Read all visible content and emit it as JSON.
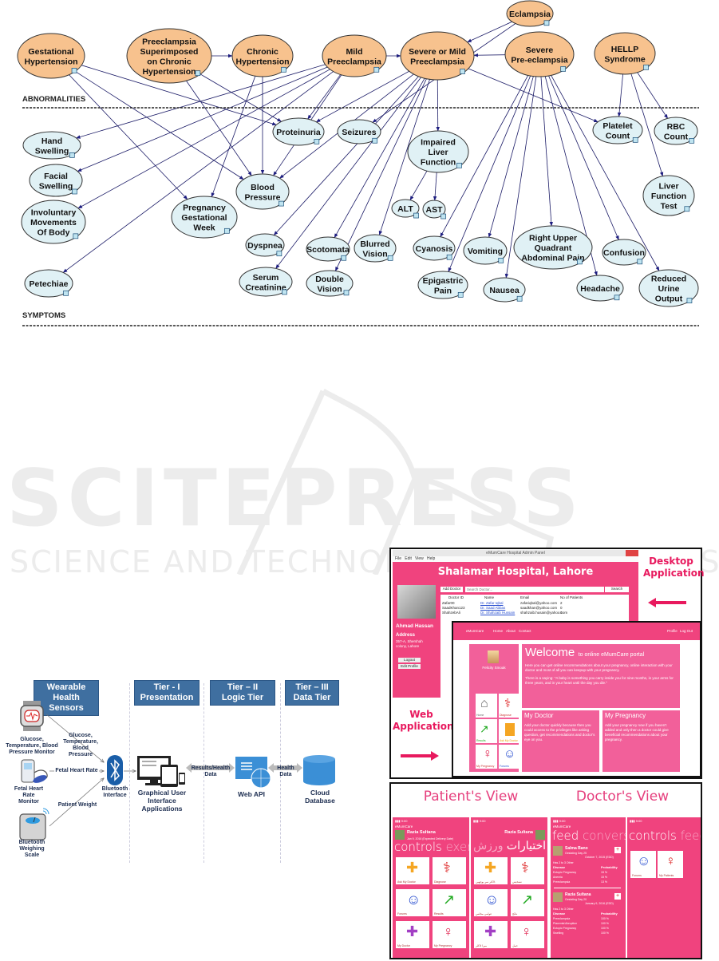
{
  "bayesian_network": {
    "section_labels": {
      "abnormalities": "ABNORMALITIES",
      "symptoms": "SYMPTOMS"
    },
    "colors": {
      "disease_fill": "#f7c28e",
      "observation_fill": "#e0f1f5",
      "edge": "#1a1a66",
      "arrow": "#1e1e80"
    },
    "diseases": [
      {
        "id": "gh",
        "lines": [
          "Gestational",
          "Hypertension"
        ]
      },
      {
        "id": "psch",
        "lines": [
          "Preeclampsia",
          "Superimposed",
          "on Chronic",
          "Hypertension"
        ]
      },
      {
        "id": "ch",
        "lines": [
          "Chronic",
          "Hypertension"
        ]
      },
      {
        "id": "mp",
        "lines": [
          "Mild",
          "Preeclampsia"
        ]
      },
      {
        "id": "smp",
        "lines": [
          "Severe or Mild",
          "Preeclampsia"
        ]
      },
      {
        "id": "ecl",
        "lines": [
          "Eclampsia"
        ]
      },
      {
        "id": "sp",
        "lines": [
          "Severe",
          "Pre-eclampsia"
        ]
      },
      {
        "id": "hellp",
        "lines": [
          "HELLP",
          "Syndrome"
        ]
      }
    ],
    "observations": [
      {
        "id": "hand",
        "lines": [
          "Hand",
          "Swelling"
        ]
      },
      {
        "id": "prot",
        "lines": [
          "Proteinuria"
        ]
      },
      {
        "id": "seiz",
        "lines": [
          "Seizures"
        ]
      },
      {
        "id": "plat",
        "lines": [
          "Platelet",
          "Count"
        ]
      },
      {
        "id": "rbc",
        "lines": [
          "RBC",
          "Count"
        ]
      },
      {
        "id": "face",
        "lines": [
          "Facial",
          "Swelling"
        ]
      },
      {
        "id": "bp",
        "lines": [
          "Blood",
          "Pressure"
        ]
      },
      {
        "id": "ilf",
        "lines": [
          "Impaired",
          "Liver",
          "Function"
        ]
      },
      {
        "id": "lft",
        "lines": [
          "Liver",
          "Function",
          "Test"
        ]
      },
      {
        "id": "inv",
        "lines": [
          "Involuntary",
          "Movements",
          "Of Body"
        ]
      },
      {
        "id": "pgw",
        "lines": [
          "Pregnancy",
          "Gestational",
          "Week"
        ]
      },
      {
        "id": "alt",
        "lines": [
          "ALT"
        ]
      },
      {
        "id": "ast",
        "lines": [
          "AST"
        ]
      },
      {
        "id": "dysp",
        "lines": [
          "Dyspnea"
        ]
      },
      {
        "id": "scot",
        "lines": [
          "Scotomata"
        ]
      },
      {
        "id": "blur",
        "lines": [
          "Blurred",
          "Vision"
        ]
      },
      {
        "id": "cyan",
        "lines": [
          "Cyanosis"
        ]
      },
      {
        "id": "vomit",
        "lines": [
          "Vomiting"
        ]
      },
      {
        "id": "ruq",
        "lines": [
          "Right Upper",
          "Quadrant",
          "Abdominal Pain"
        ]
      },
      {
        "id": "conf",
        "lines": [
          "Confusion"
        ]
      },
      {
        "id": "pete",
        "lines": [
          "Petechiae"
        ]
      },
      {
        "id": "serum",
        "lines": [
          "Serum",
          "Creatinine"
        ]
      },
      {
        "id": "dbl",
        "lines": [
          "Double",
          "Vision"
        ]
      },
      {
        "id": "epi",
        "lines": [
          "Epigastric",
          "Pain"
        ]
      },
      {
        "id": "naus",
        "lines": [
          "Nausea"
        ]
      },
      {
        "id": "head",
        "lines": [
          "Headache"
        ]
      },
      {
        "id": "urine",
        "lines": [
          "Reduced",
          "Urine",
          "Output"
        ]
      }
    ],
    "edges": [
      [
        "psch",
        "ch"
      ],
      [
        "mp",
        "smp"
      ],
      [
        "sp",
        "smp"
      ],
      [
        "ecl",
        "smp"
      ],
      [
        "ecl",
        "seiz"
      ],
      [
        "gh",
        "prot"
      ],
      [
        "gh",
        "bp"
      ],
      [
        "gh",
        "pgw"
      ],
      [
        "psch",
        "prot"
      ],
      [
        "psch",
        "bp"
      ],
      [
        "ch",
        "bp"
      ],
      [
        "ch",
        "pgw"
      ],
      [
        "mp",
        "hand"
      ],
      [
        "mp",
        "face"
      ],
      [
        "mp",
        "inv"
      ],
      [
        "mp",
        "pete"
      ],
      [
        "mp",
        "prot"
      ],
      [
        "mp",
        "bp"
      ],
      [
        "smp",
        "prot"
      ],
      [
        "smp",
        "bp"
      ],
      [
        "smp",
        "ilf"
      ],
      [
        "smp",
        "plat"
      ],
      [
        "smp",
        "dysp"
      ],
      [
        "smp",
        "scot"
      ],
      [
        "smp",
        "blur"
      ],
      [
        "smp",
        "serum"
      ],
      [
        "smp",
        "dbl"
      ],
      [
        "ilf",
        "alt"
      ],
      [
        "ilf",
        "ast"
      ],
      [
        "sp",
        "cyan"
      ],
      [
        "sp",
        "epi"
      ],
      [
        "sp",
        "vomit"
      ],
      [
        "sp",
        "naus"
      ],
      [
        "sp",
        "ruq"
      ],
      [
        "sp",
        "head"
      ],
      [
        "sp",
        "conf"
      ],
      [
        "sp",
        "urine"
      ],
      [
        "hellp",
        "plat"
      ],
      [
        "hellp",
        "rbc"
      ],
      [
        "hellp",
        "lft"
      ]
    ]
  },
  "watermark": {
    "main": "SCITEPRESS",
    "sub": "SCIENCE AND TECHNOLOGY PUBLICATIONS"
  },
  "architecture": {
    "tiers": [
      {
        "title_lines": [
          "Wearable Health",
          "Sensors"
        ]
      },
      {
        "title_lines": [
          "Tier - I",
          "Presentation"
        ]
      },
      {
        "title_lines": [
          "Tier – II",
          "Logic Tier"
        ]
      },
      {
        "title_lines": [
          "Tier – III",
          "Data Tier"
        ]
      }
    ],
    "sensors": [
      {
        "name": "Glucose, Temperature, Blood Pressure Monitor",
        "link_label": "Glucose, Temperature, Blood Pressure"
      },
      {
        "name": "Fetal Heart Rate Monitor",
        "link_label": "Fetal Heart Rate"
      },
      {
        "name": "Bluetooth Weighing Scale",
        "link_label": "Patient Weight"
      }
    ],
    "bluetooth_label": "Bluetooth Interface",
    "gui_label": "Graphical User Interface Applications",
    "results_link": "Results/Health Data",
    "web_api_label": "Web API",
    "health_link": "Health Data",
    "db_label": "Cloud Database",
    "colors": {
      "header": "#3f6fa0",
      "icon_blue": "#3b8fd6",
      "dark": "#1c2d50"
    }
  },
  "desktop_app": {
    "window_title": "eMumCare Hospital Admin Panel",
    "menu": [
      "File",
      "Edit",
      "View",
      "Help"
    ],
    "hospital_name": "Shalamar Hospital, Lahore",
    "add_doctor_button": "Add Doctor",
    "search_placeholder": "Search Doctor...",
    "search_button": "Search",
    "table_headers": [
      "Doctor ID",
      "Name",
      "Email",
      "No of Patients"
    ],
    "rows": [
      [
        "Zafar00",
        "Dr. Zafar Iqbal",
        "zafariqbal@yahoo.com",
        "2"
      ],
      [
        "SaadKhan123",
        "Dr. Saad Abbas",
        "saadkhan@yahoo.com",
        "0"
      ],
      [
        "ShahzebAli",
        "Dr. Shahzaib Hussain",
        "shahzaib.husain@yahoo.com",
        "0"
      ]
    ],
    "user_name": "Ahmad Hassan",
    "address_label": "Address",
    "address": "357-A, Shershah colony, Lahore",
    "logout_button": "Logout",
    "edit_profile_button": "Edit Profile",
    "callout": "Desktop Application"
  },
  "web_app": {
    "brand": "eMumCare",
    "nav": [
      "Home",
      "About",
      "Contact"
    ],
    "nav_right": [
      "Profile",
      "Log Out"
    ],
    "user_name": "Felicity Smoak",
    "welcome_big": "Welcome",
    "welcome_rest": "to online eMumCare portal",
    "welcome_text": "Here you can get online recommendations about your pregnancy, online interaction with your doctor and most of all you can keepup with your pregnancy.",
    "quote": "There is a saying: \"A baby is something you carry inside you for nine months, in your arms for three years, and in your heart until the day you die.\"",
    "tiles": [
      "Home",
      "Diagnose",
      "Results",
      "Ask My Doctor",
      "My Pregnancy",
      "Forums"
    ],
    "my_doctor_title": "My Doctor",
    "my_doctor_text": "Add your doctor quickly because then you could access to the privileges like asking question, get recommendations and doctor's eye on you.",
    "my_pregnancy_title": "My Pregnancy",
    "my_pregnancy_text": "Add your pregnancy now if you haven't added and only then a doctor could give beneficial recommendations about your pregnancy.",
    "callout": "Web Application"
  },
  "mobile": {
    "patient_view_title": "Patient's View",
    "doctor_view_title": "Doctor's View",
    "patient_en": {
      "app": "eMumCare",
      "name": "Razia Sultana",
      "subtitle": "Jan 9, 2016 (Expected Delivery Date)",
      "pivot_active": "controls",
      "pivot_next": "exercis",
      "tiles": [
        "Ask My Doctor",
        "Diagnose",
        "Forums",
        "Results",
        "My Doctor",
        "My Pregnancy"
      ]
    },
    "patient_ur": {
      "name": "Razia Sultana",
      "pivot_active": "اختیارات",
      "pivot_next": "ورزش",
      "tiles": [
        "تشخیص",
        "ڈاکٹر سے پوچھیں",
        "نتائج",
        "عوامی مجلس",
        "حمل",
        "میرا ڈاکٹر"
      ]
    },
    "doctor_feed": {
      "app": "eMumCare",
      "pivot_active": "feed",
      "pivot_next": "conversat",
      "cards": [
        {
          "name": "Salma Bano",
          "sub": "Gestating Day 25",
          "date": "October 7, 2015 (EDD)",
          "note": "Has 2 to 3 Other",
          "headers": [
            "Disease",
            "Probability"
          ],
          "rows": [
            [
              "Ectopic Pregnancy",
              "15 %"
            ],
            [
              "Anemia",
              "15 %"
            ],
            [
              "Preeclampsia",
              "13 %"
            ]
          ]
        },
        {
          "name": "Razia Sultana",
          "sub": "Gestating Day 20",
          "date": "January 9, 2016 (EDD)",
          "note": "Has 2 to 3 Other",
          "headers": [
            "Disease",
            "Probability"
          ],
          "rows": [
            [
              "Preeclampsia",
              "100 %"
            ],
            [
              "Placental Abruption",
              "100 %"
            ],
            [
              "Ectopic Pregnancy",
              "100 %"
            ],
            [
              "Swelling",
              "100 %"
            ]
          ]
        }
      ]
    },
    "doctor_controls": {
      "pivot_active": "controls",
      "pivot_next": "feed",
      "tiles": [
        "Forums",
        "My Patients"
      ]
    }
  }
}
